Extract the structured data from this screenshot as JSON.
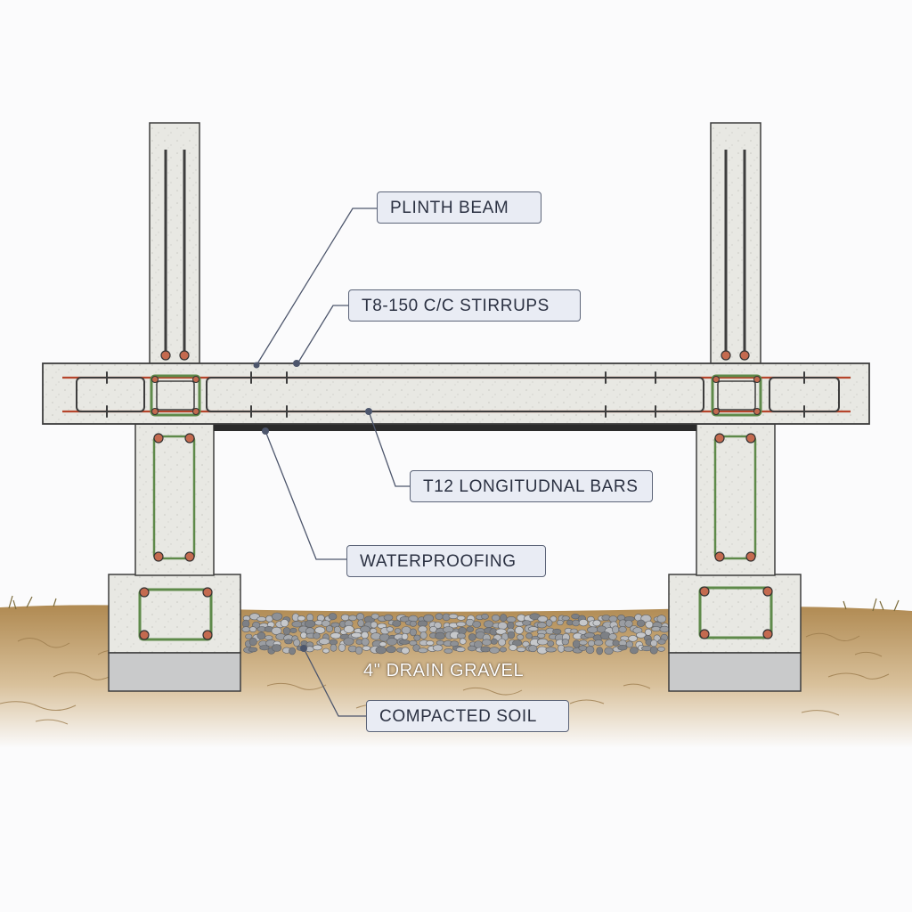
{
  "diagram": {
    "labels": {
      "plinth_beam": "PLINTH BEAM",
      "stirrups": "T8-150 C/C STIRRUPS",
      "longitudinal_bars": "T12 LONGITUDNAL BARS",
      "waterproofing": "WATERPROOFING",
      "drain_gravel": "4\" DRAIN GRAVEL",
      "compacted_soil": "COMPACTED SOIL"
    },
    "colors": {
      "concrete": "#e6e6e1",
      "concrete_edge": "#3d3d3d",
      "rebar_red": "#b5452c",
      "rebar_green": "#5e8a4a",
      "soil": "#c9a877",
      "gravel": "#9a9da2",
      "waterproofing": "#2b2b2b",
      "callout_fill": "#e9ecf4",
      "callout_border": "#5c6478",
      "leader": "#4d566c"
    }
  }
}
